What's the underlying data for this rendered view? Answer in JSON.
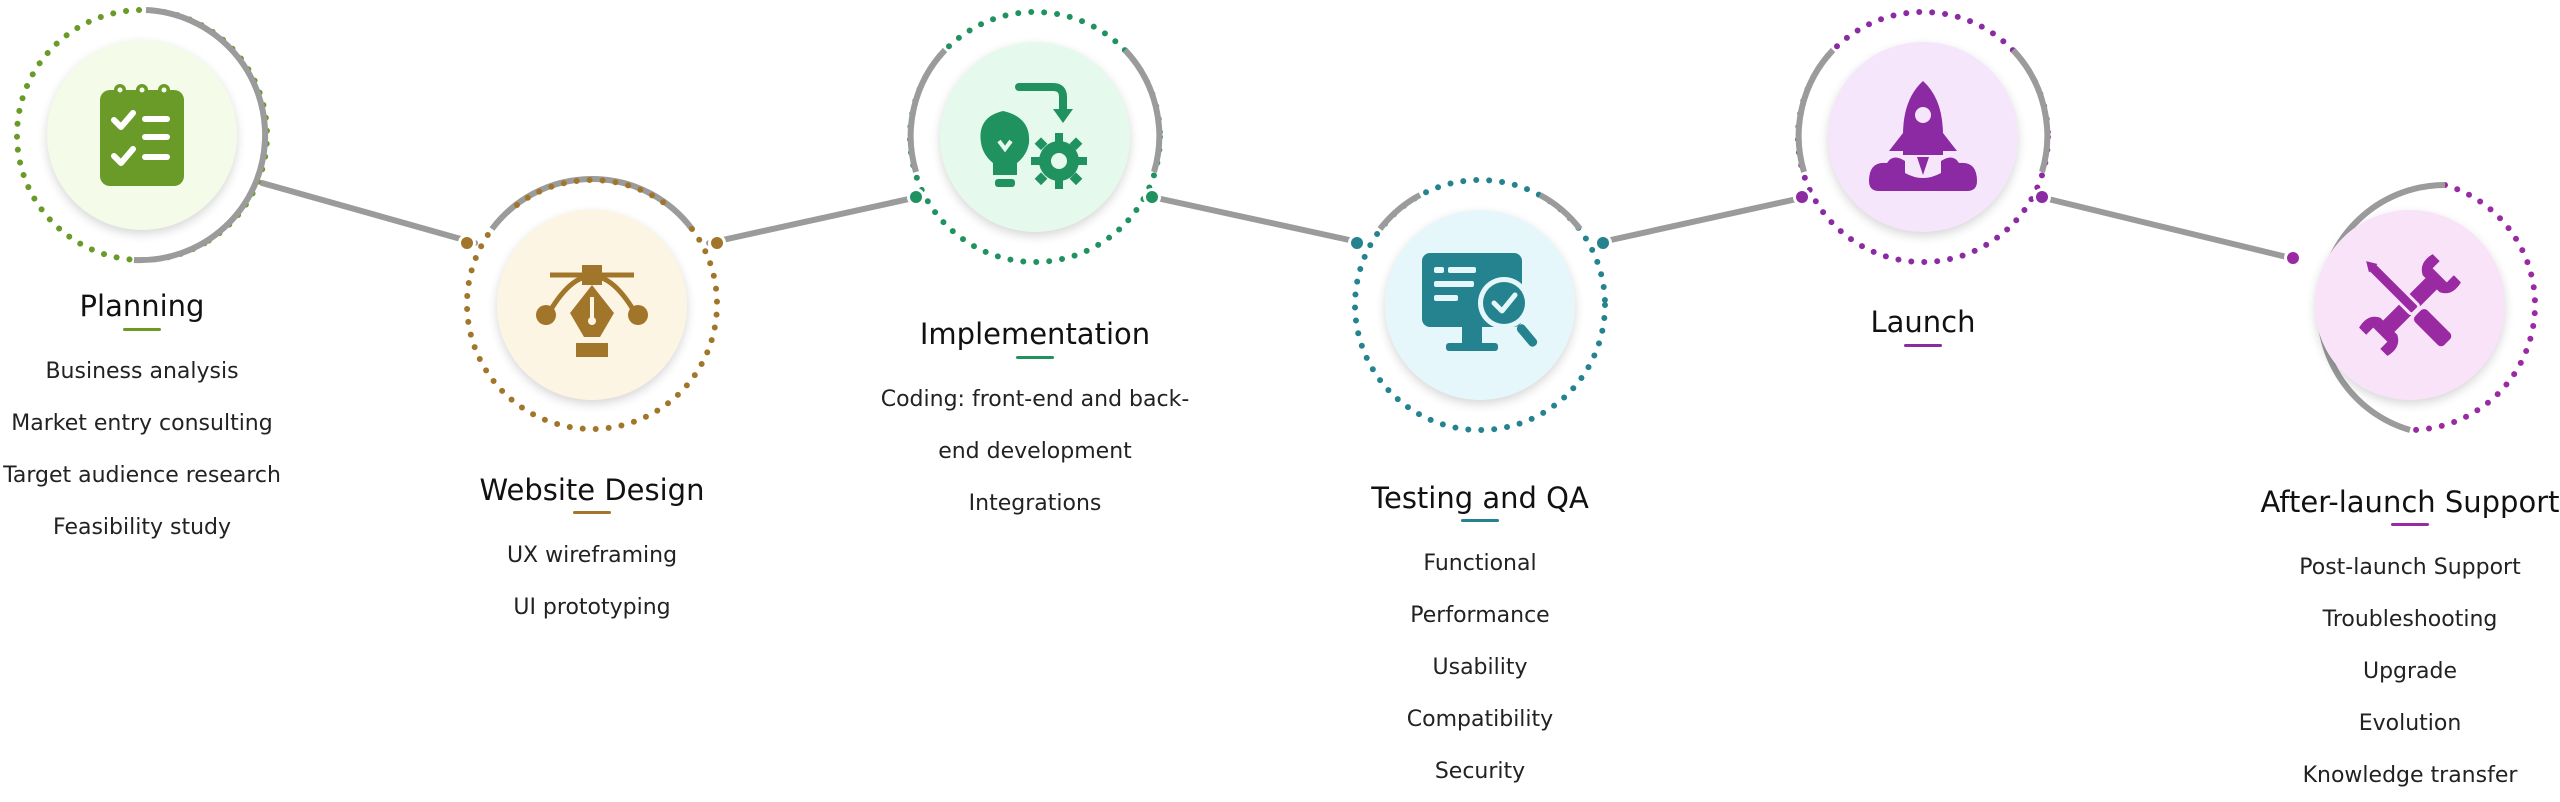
{
  "stages": [
    {
      "title": "Planning",
      "color": "#6a9a28",
      "tint": "#f4fbe8",
      "icon": "clipboard-checklist-icon",
      "items": [
        "Business analysis",
        "Market entry consulting",
        "Target audience research",
        "Feasibility study"
      ]
    },
    {
      "title": "Website Design",
      "color": "#a2762a",
      "tint": "#fdf5e3",
      "icon": "pen-tool-icon",
      "items": [
        "UX wireframing",
        "UI prototyping"
      ]
    },
    {
      "title": "Implementation",
      "color": "#20925f",
      "tint": "#e5faed",
      "icon": "bulb-gear-icon",
      "description": "Coding: front-end and back-end development Integrations"
    },
    {
      "title": "Testing and QA",
      "color": "#24838f",
      "tint": "#e5f7fa",
      "icon": "monitor-check-icon",
      "items": [
        "Functional",
        "Performance",
        "Usability",
        "Compatibility",
        "Security"
      ]
    },
    {
      "title": "Launch",
      "color": "#8b2aa2",
      "tint": "#f5e6fb",
      "icon": "rocket-icon",
      "items": []
    },
    {
      "title": "After-launch Support",
      "color": "#9a2aa2",
      "tint": "#f9e3f9",
      "icon": "wrench-screwdriver-icon",
      "items": [
        "Post-launch Support",
        "Troubleshooting",
        "Upgrade",
        "Evolution",
        "Knowledge transfer"
      ]
    }
  ]
}
